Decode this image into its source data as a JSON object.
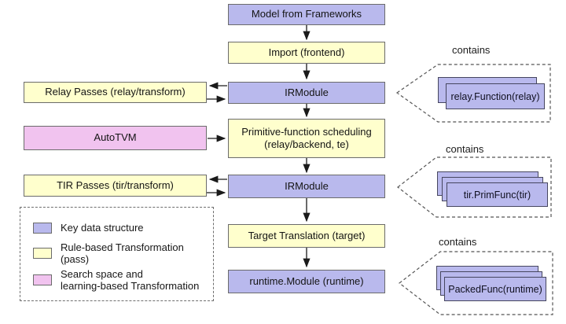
{
  "colors": {
    "key_data_structure": "#b9b9ed",
    "rule_based_transformation": "#ffffcd",
    "search_space_transformation": "#f1c3ef",
    "line_color": "#1a1a1a"
  },
  "flow": {
    "model": "Model from Frameworks",
    "import": "Import (frontend)",
    "irmodule1": "IRModule",
    "prim_sched": "Primitive-function scheduling\n(relay/backend, te)",
    "irmodule2": "IRModule",
    "target_translation": "Target Translation (target)",
    "runtime_module": "runtime.Module (runtime)"
  },
  "side": {
    "relay_passes": "Relay Passes (relay/transform)",
    "autotvm": "AutoTVM",
    "tir_passes": "TIR Passes (tir/transform)"
  },
  "callouts": [
    {
      "title": "contains",
      "label": "relay.Function(relay)"
    },
    {
      "title": "contains",
      "label": "tir.PrimFunc(tir)"
    },
    {
      "title": "contains",
      "label": "PackedFunc(runtime)"
    }
  ],
  "legend": {
    "items": [
      {
        "label": "Key data structure",
        "color": "#b9b9ed"
      },
      {
        "label": "Rule-based Transformation (pass)",
        "color": "#ffffcd"
      },
      {
        "label": "Search space and\nlearning-based Transformation",
        "color": "#f1c3ef"
      }
    ]
  }
}
